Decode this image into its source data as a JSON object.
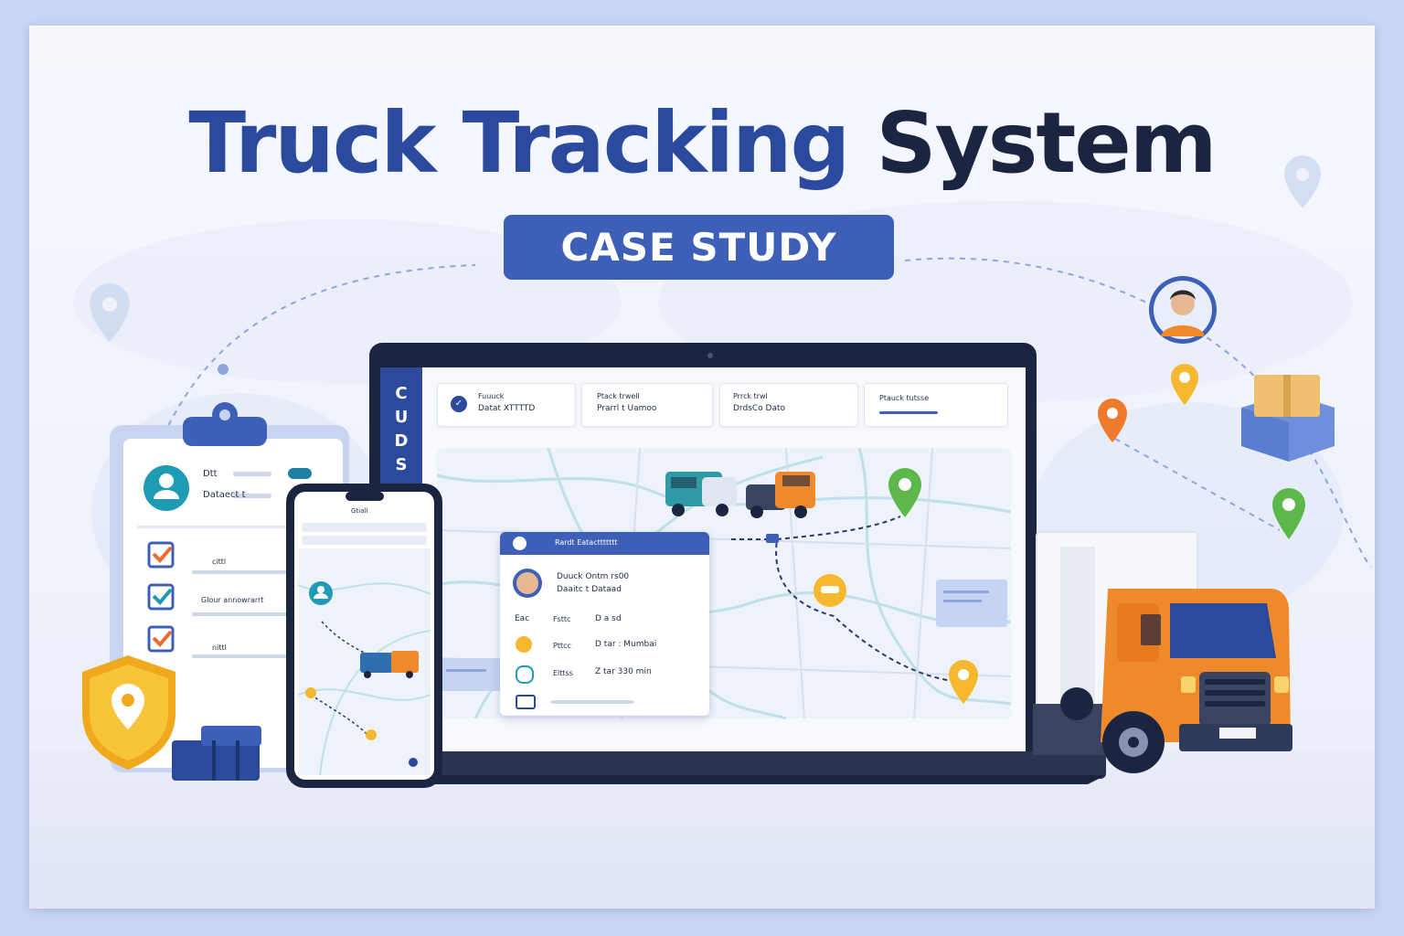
{
  "title": {
    "part1": "Truck Tracking",
    "part2": "System"
  },
  "badge": "CASE STUDY",
  "clipboard": {
    "field1": "Dtt",
    "field2": "Dataect t",
    "checks": [
      {
        "label": "cittl"
      },
      {
        "label": "Glour annowrarrt"
      },
      {
        "label": "nittl"
      }
    ]
  },
  "phone": {
    "header": "Gtiall"
  },
  "laptop": {
    "sidebar_glyphs": [
      "C",
      "U",
      "D",
      "S"
    ],
    "stat_cards": [
      {
        "line1": "Fuuuck",
        "line2": "Datat XTTTTD"
      },
      {
        "line1": "Ptack trwell",
        "line2": "Prarrl t Uamoo"
      },
      {
        "line1": "Prrck trwl",
        "line2": "DrdsCo Dato"
      },
      {
        "line1": "Ptauck tutsse",
        "line2": ""
      }
    ],
    "popup": {
      "header": "Rardt Eatacttttttt",
      "driver_line1": "Duuck  Ontm rs00",
      "driver_line2": "Daaitc t Dataad",
      "rows": [
        {
          "icon_label": "Eac",
          "key": "Fsttc",
          "value": "D  a  sd"
        },
        {
          "icon_label": "",
          "key": "Pttcc",
          "value": "D  tar  : Mumbai"
        },
        {
          "icon_label": "",
          "key": "Elttss",
          "value": "Z  tar  330 min"
        }
      ]
    }
  },
  "colors": {
    "brand_blue": "#3d5fb8",
    "title_blue": "#2b4a9e",
    "title_dark": "#1c2540",
    "truck_orange": "#ef8a2c",
    "pin_green": "#5cb84a",
    "pin_yellow": "#f5b82e",
    "pin_orange": "#ef7a2c"
  },
  "icons": [
    "map-pin-icon",
    "shield-pin-icon",
    "check-icon",
    "user-avatar-icon",
    "package-box-icon",
    "truck-icon",
    "van-icon",
    "location-icon"
  ]
}
